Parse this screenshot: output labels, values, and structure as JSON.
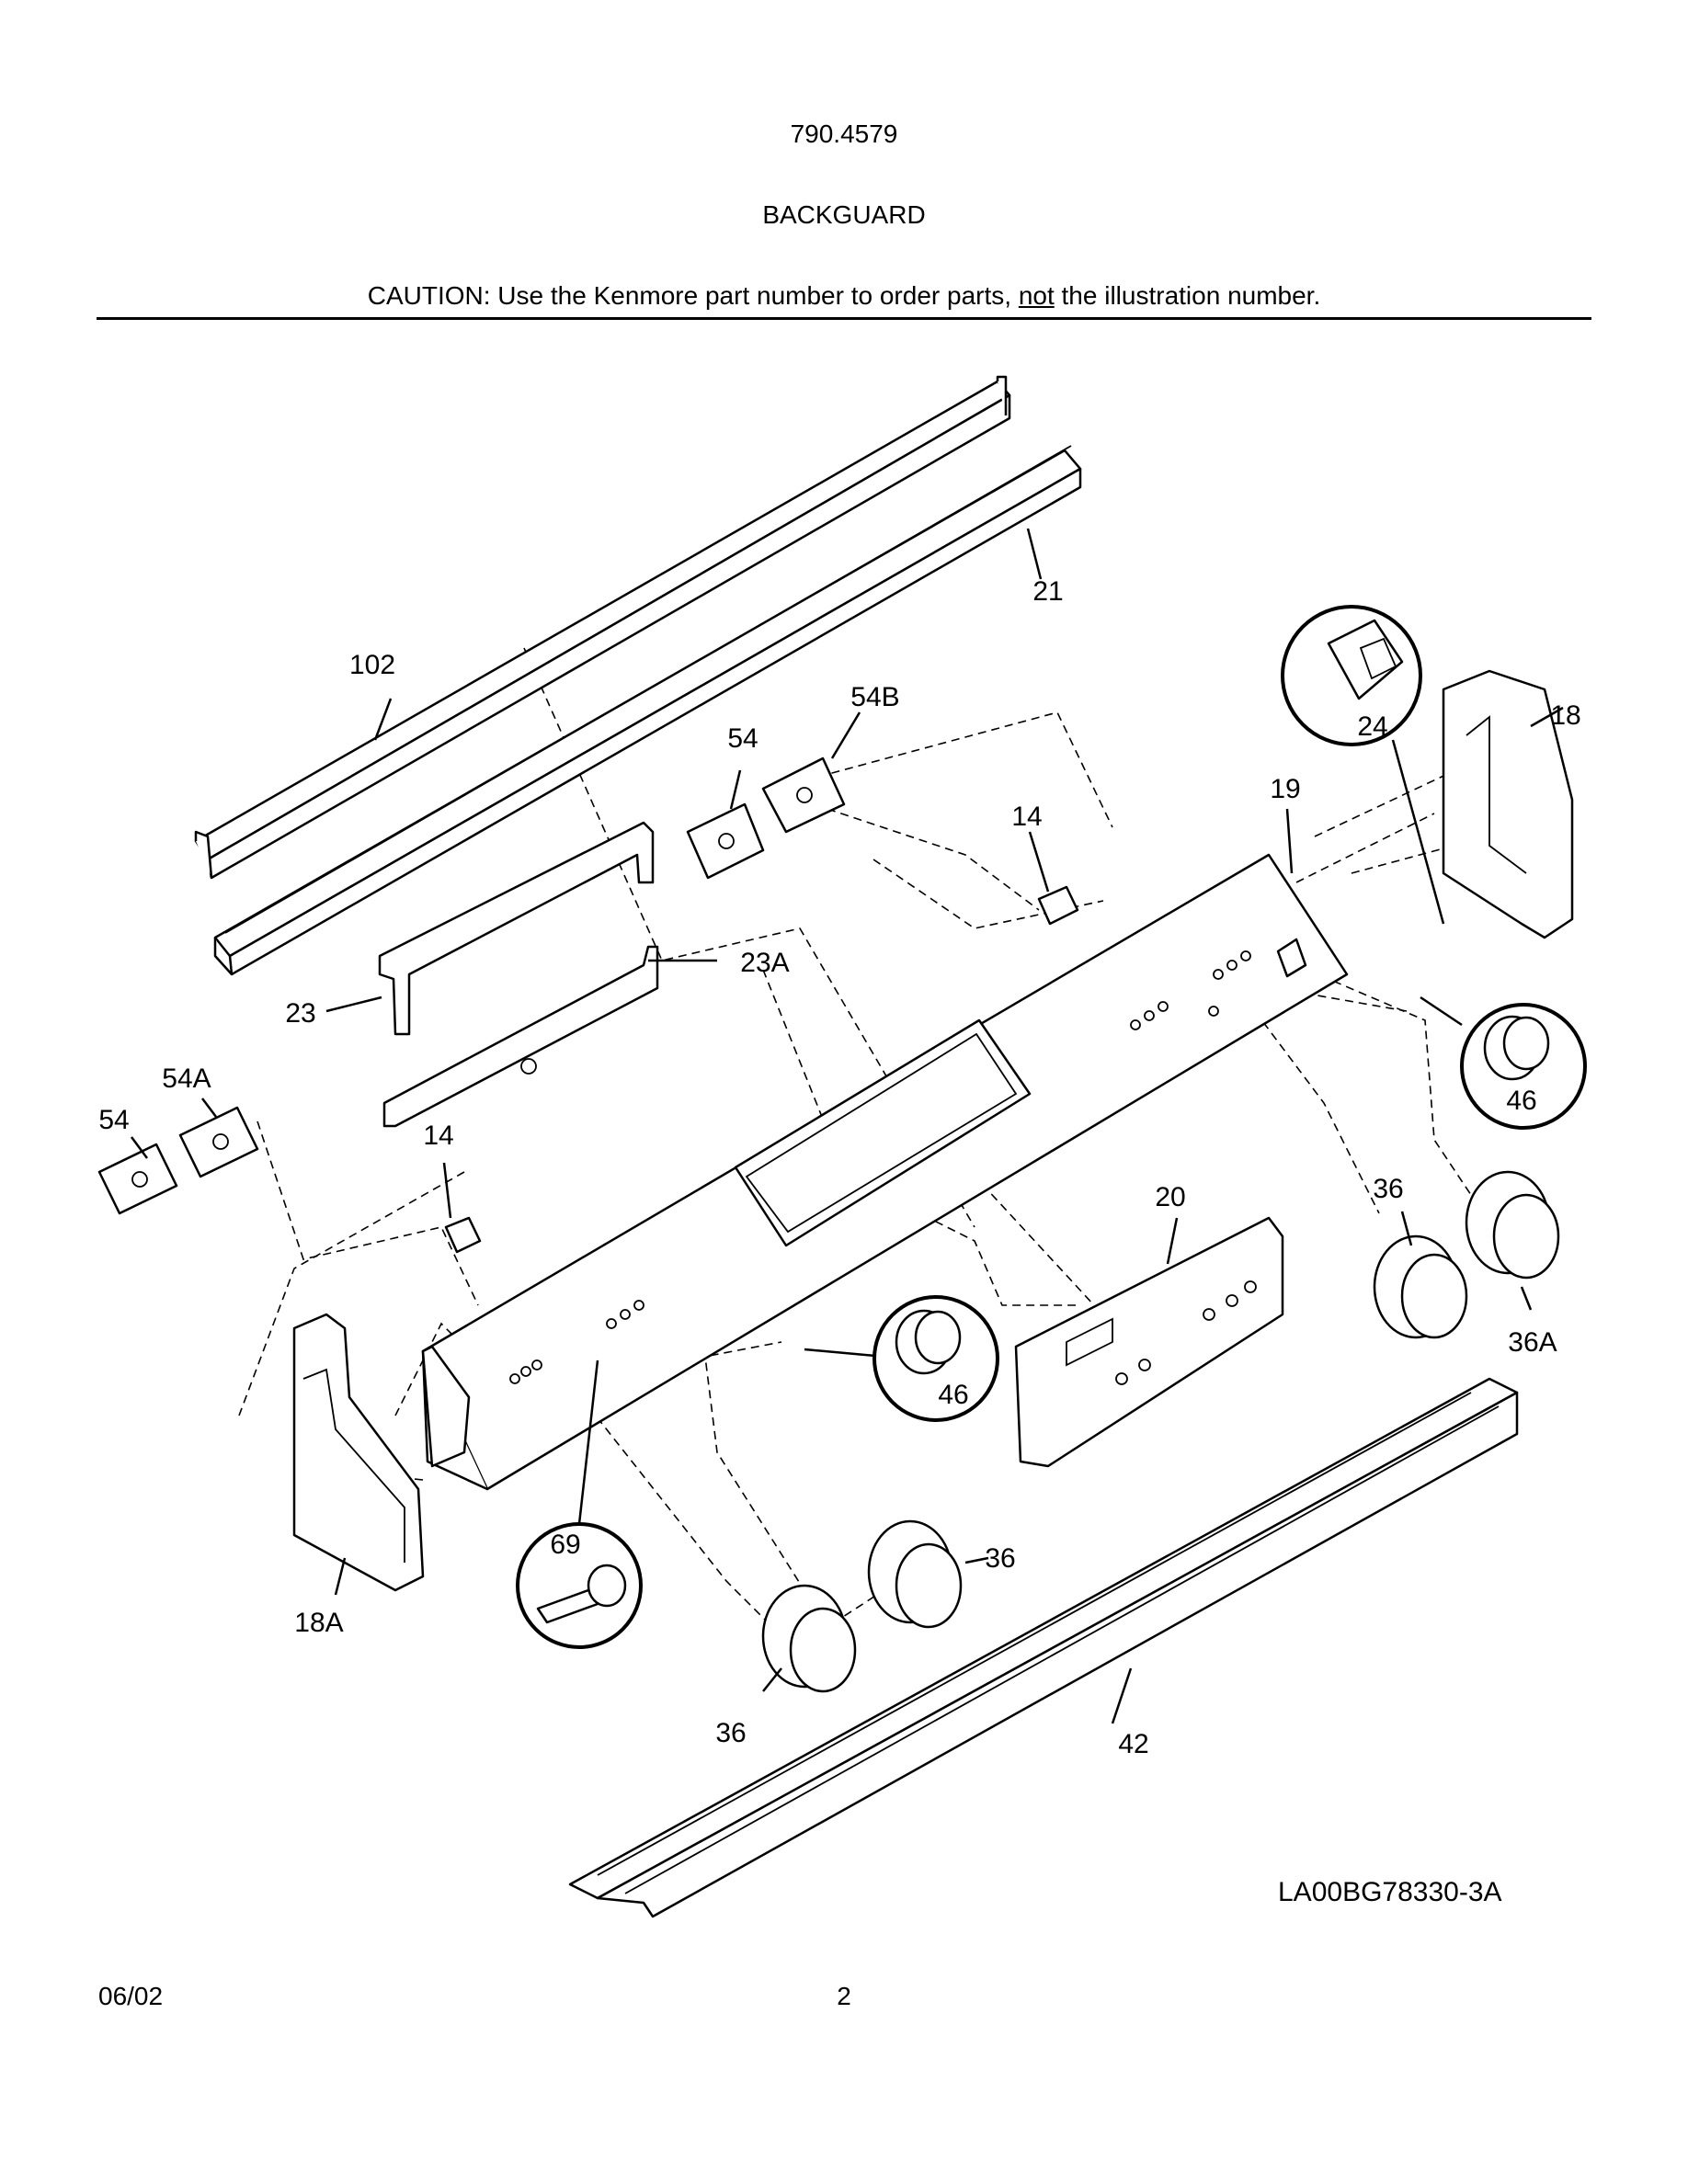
{
  "header": {
    "model_number": "790.4579",
    "section_title": "BACKGUARD",
    "caution_prefix": "CAUTION: Use the Kenmore part number to order parts, ",
    "caution_emphasis": "not",
    "caution_suffix": " the illustration number."
  },
  "diagram": {
    "part_labels": {
      "p102": "102",
      "p21": "21",
      "p54B": "54B",
      "p54_top": "54",
      "p24": "24",
      "p18": "18",
      "p19": "19",
      "p14_top": "14",
      "p23A": "23A",
      "p23": "23",
      "p54A": "54A",
      "p54_left": "54",
      "p14_left": "14",
      "p46_right": "46",
      "p36_right": "36",
      "p20": "20",
      "p36A": "36A",
      "p46_center": "46",
      "p69": "69",
      "p18A": "18A",
      "p36_center": "36",
      "p36_bottom": "36",
      "p42": "42"
    },
    "drawing_code": "LA00BG78330-3A"
  },
  "footer": {
    "date": "06/02",
    "page_number": "2"
  }
}
